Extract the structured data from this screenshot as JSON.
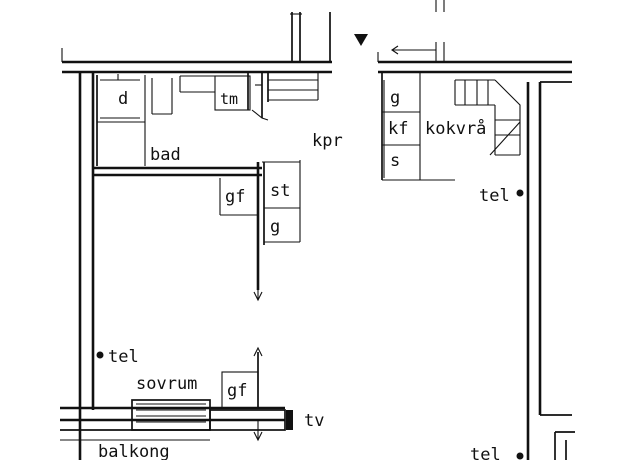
{
  "labels": {
    "d": "d",
    "tm": "tm",
    "bad": "bad",
    "kpr": "kpr",
    "g_kitchen": "g",
    "kf": "kf",
    "kokvra": "kokvrå",
    "s": "s",
    "tel_right": "tel",
    "gf_top": "gf",
    "st": "st",
    "g_mid": "g",
    "tel_left": "tel",
    "sovrum": "sovrum",
    "gf_bottom": "gf",
    "tv": "tv",
    "balkong": "balkong",
    "tel_bottom": "tel"
  },
  "colors": {
    "ink": "#111111",
    "paper": "#ffffff"
  }
}
